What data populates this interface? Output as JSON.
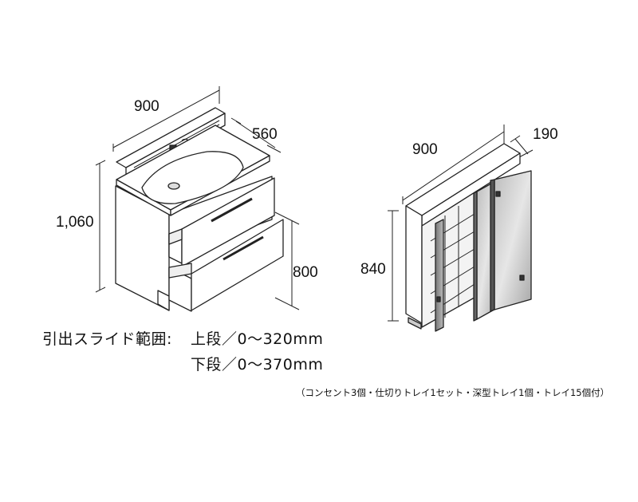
{
  "vanity": {
    "width_label": "900",
    "depth_label": "560",
    "height_label": "1,060",
    "counter_height_label": "800"
  },
  "cabinet": {
    "width_label": "900",
    "depth_label": "190",
    "height_label": "840"
  },
  "slide_range": {
    "heading": "引出スライド範囲:",
    "upper_label": "上段／0〜320mm",
    "lower_label": "下段／0〜370mm"
  },
  "note": "（コンセント3個・仕切りトレイ1セット・深型トレイ1個・トレイ15個付）"
}
